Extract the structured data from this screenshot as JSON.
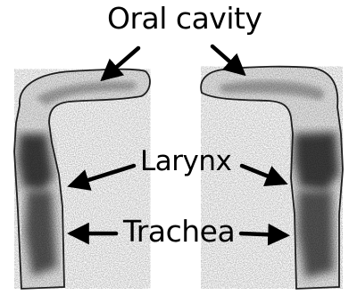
{
  "labels": {
    "oral_cavity": "Oral cavity",
    "larynx": "Larynx",
    "trachea": "Trachea"
  },
  "colors": {
    "outline": "#222222",
    "tissue_light": "#c8c8c8",
    "tissue_dark": "#2a2a2a",
    "background": "#ffffff"
  }
}
